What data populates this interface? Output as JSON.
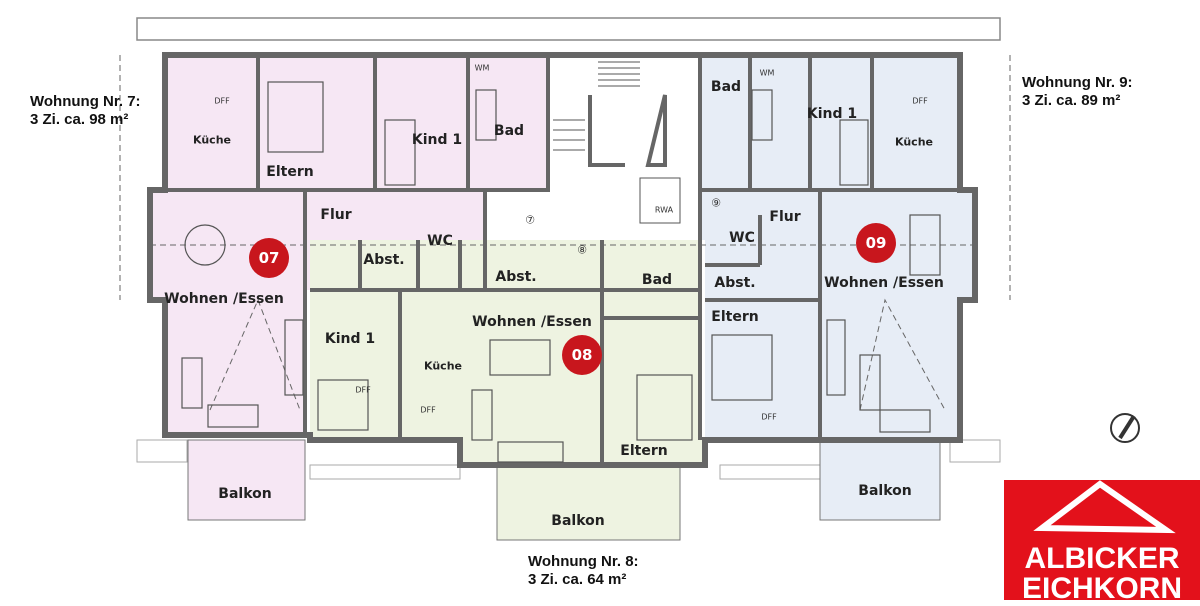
{
  "colors": {
    "apt7": "#f6e7f4",
    "apt8": "#eef3e1",
    "apt9": "#e7edf6",
    "badge": "#c8161d",
    "logo": "#e3111b",
    "wall": "#6b6b6b"
  },
  "apartments": [
    {
      "number": "07",
      "title": "Wohnung Nr. 7:",
      "info": "3 Zi. ca. 98 m²"
    },
    {
      "number": "08",
      "title": "Wohnung Nr. 8:",
      "info": "3 Zi. ca. 64 m²"
    },
    {
      "number": "09",
      "title": "Wohnung Nr. 9:",
      "info": "3 Zi. ca. 89 m²"
    }
  ],
  "rooms": [
    "Küche",
    "Eltern",
    "Kind 1",
    "Bad",
    "Flur",
    "Abst.",
    "WC",
    "Abst.",
    "Bad",
    "Wohnen /Essen",
    "Kind 1",
    "Küche",
    "Eltern",
    "Wohnen /Essen",
    "Bad",
    "Kind 1",
    "Küche",
    "Flur",
    "WC",
    "Abst.",
    "Eltern",
    "Wohnen /Essen",
    "Balkon",
    "Balkon",
    "Balkon"
  ],
  "small_labels": [
    "DFF",
    "DFF",
    "DFF",
    "DFF",
    "DFF",
    "RWA",
    "WM",
    "WM",
    "⑦",
    "⑧",
    "⑨"
  ],
  "logo": {
    "line1": "ALBICKER",
    "line2": "EICHKORN"
  },
  "icons": [
    "compass-icon",
    "roof-house-icon"
  ]
}
